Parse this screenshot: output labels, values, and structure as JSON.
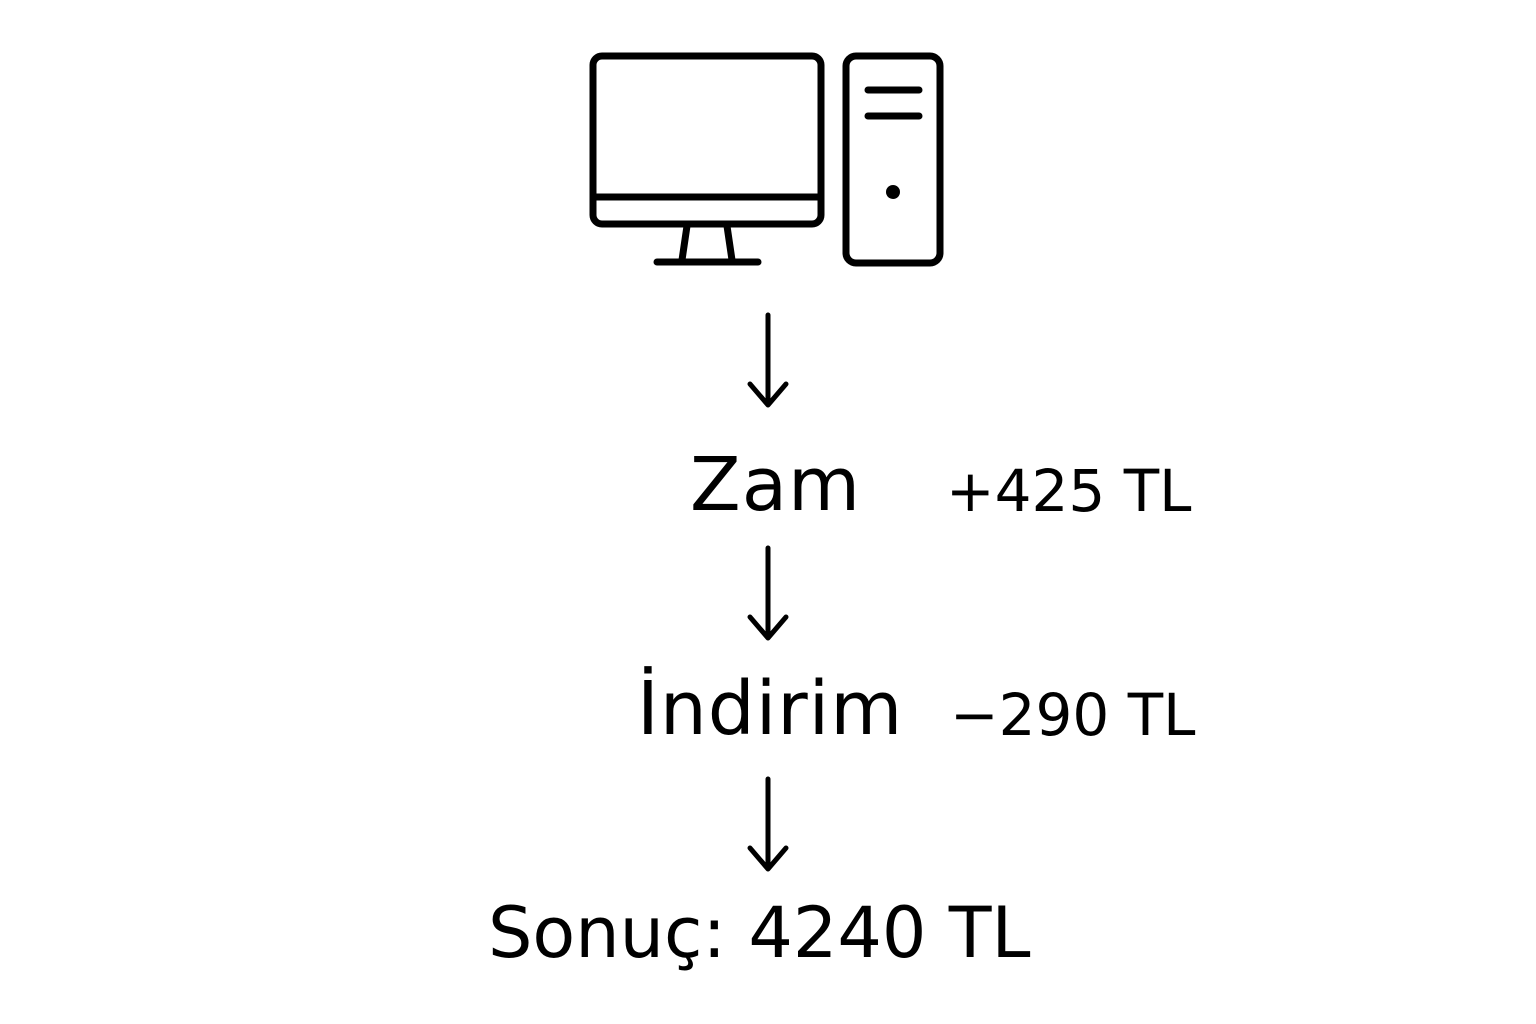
{
  "icon": "desktop-computer-icon",
  "arrow_icon": "arrow-down-icon",
  "steps": [
    {
      "label": "Zam",
      "value": "+425 TL"
    },
    {
      "label": "İndirim",
      "value": "−290 TL"
    }
  ],
  "result": {
    "text": "Sonuç: 4240 TL"
  }
}
